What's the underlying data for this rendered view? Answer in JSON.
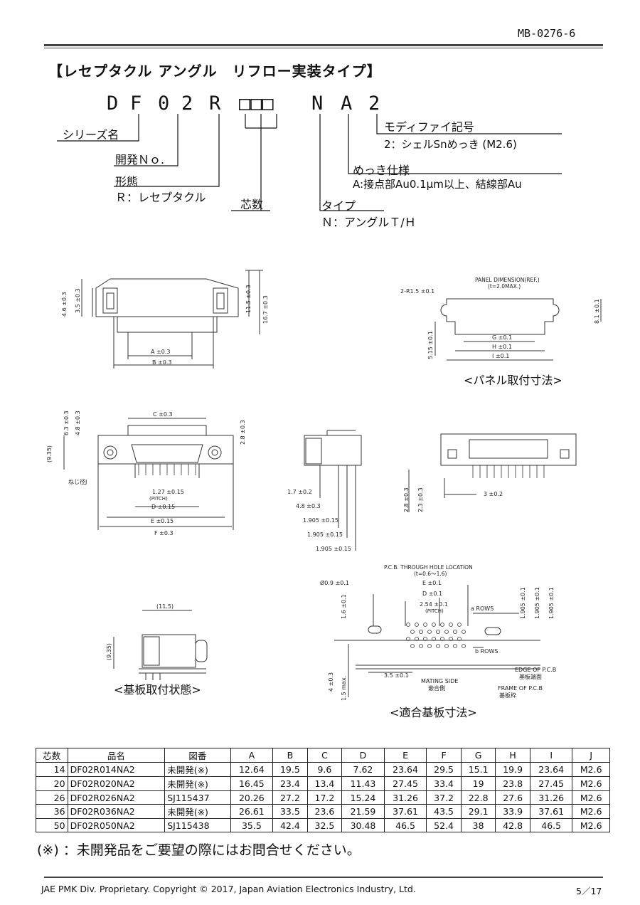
{
  "doc_number": "MB-0276-6",
  "title": "【レセプタクル アングル　リフロー実装タイプ】",
  "part_code": {
    "chars": [
      "D",
      "F",
      "0",
      "2",
      "R",
      "□□□",
      "N",
      "A",
      "2"
    ],
    "series_label": "シリーズ名",
    "dev_label": "開発Ｎｏ.",
    "form_label": "形態",
    "form_value": "Ｒ：レセプタクル",
    "cores_label": "芯数",
    "type_label": "タイプ",
    "type_value": "Ｎ：アングルＴ/Ｈ",
    "plating_label": "めっき仕様",
    "plating_value": "A:接点部Au0.1μm以上、結線部Au",
    "modify_label": "モディファイ記号",
    "modify_value": "2：シェルSnめっき (M2.6)"
  },
  "drawings": {
    "side_46": "4.6 ±0.3",
    "side_35": "3.5 ±0.3",
    "side_115": "11.5 ±0.3",
    "side_167": "16.7 ±0.3",
    "dim_a": "A ±0.3",
    "dim_b": "B ±0.3",
    "panel_title": "PANEL DIMENSION(REF.)",
    "panel_sub": "(t=2.0MAX.)",
    "panel_r": "2-R1.5 ±0.1",
    "panel_81": "8.1 ±0.1",
    "panel_515": "5.15 ±0.1",
    "panel_g": "G ±0.1",
    "panel_h": "H ±0.1",
    "panel_i": "I ±0.1",
    "panel_caption": "<パネル取付寸法>",
    "front_c": "C ±0.3",
    "front_63": "6.3 ±0.3",
    "front_48": "4.8 ±0.3",
    "front_28": "2.8 ±0.3",
    "front_935": "(9.35)",
    "front_screw": "ねじ径J",
    "front_pitch": "1.27 ±0.15",
    "front_pitch_lbl": "(PITCH)",
    "front_d": "D ±0.15",
    "front_e": "E ±0.15",
    "front_f": "F ±0.3",
    "mid_17": "1.7 ±0.2",
    "mid_48": "4.8 ±0.3",
    "mid_1905a": "1.905 ±0.15",
    "mid_1905b": "1.905 ±0.15",
    "mid_1905c": "1.905 ±0.15",
    "right_28": "2.8 ±0.3",
    "right_23": "2.3 ±0.3",
    "right_3": "3 ±0.2",
    "mount_115": "(11.5)",
    "mount_935": "(9.35)",
    "mount_caption": "<基板取付状態>",
    "pcb_title": "P.C.B. THROUGH HOLE LOCATION",
    "pcb_sub": "(t=0.6〜1.6)",
    "pcb_hole": "Ø0.9 ±0.1",
    "pcb_e": "E ±0.1",
    "pcb_d": "D ±0.1",
    "pcb_pitch": "2.54 ±0.1",
    "pcb_pitch_lbl": "(PITCH)",
    "pcb_arows": "a ROWS",
    "pcb_brows": "b ROWS",
    "pcb_16": "1.6 ±0.1",
    "pcb_1905a": "1.905 ±0.1",
    "pcb_1905b": "1.905 ±0.1",
    "pcb_1905c": "1.905 ±0.1",
    "pcb_35": "3.5 ±0.1",
    "pcb_4": "4 ±0.3",
    "pcb_15": "1.5 max.",
    "pcb_mating": "MATING SIDE",
    "pcb_mating_jp": "嵌合側",
    "pcb_edge": "EDGE OF P.C.B",
    "pcb_edge_jp": "基板端面",
    "pcb_frame": "FRAME OF P.C.B",
    "pcb_frame_jp": "基板枠",
    "pcb_caption": "<適合基板寸法>"
  },
  "table": {
    "headers": [
      "芯数",
      "品名",
      "図番",
      "A",
      "B",
      "C",
      "D",
      "E",
      "F",
      "G",
      "H",
      "I",
      "J"
    ],
    "rows": [
      [
        "14",
        "DF02R014NA2",
        "未開発(※)",
        "12.64",
        "19.5",
        "9.6",
        "7.62",
        "23.64",
        "29.5",
        "15.1",
        "19.9",
        "23.64",
        "M2.6"
      ],
      [
        "20",
        "DF02R020NA2",
        "未開発(※)",
        "16.45",
        "23.4",
        "13.4",
        "11.43",
        "27.45",
        "33.4",
        "19",
        "23.8",
        "27.45",
        "M2.6"
      ],
      [
        "26",
        "DF02R026NA2",
        "SJ115437",
        "20.26",
        "27.2",
        "17.2",
        "15.24",
        "31.26",
        "37.2",
        "22.8",
        "27.6",
        "31.26",
        "M2.6"
      ],
      [
        "36",
        "DF02R036NA2",
        "未開発(※)",
        "26.61",
        "33.5",
        "23.6",
        "21.59",
        "37.61",
        "43.5",
        "29.1",
        "33.9",
        "37.61",
        "M2.6"
      ],
      [
        "50",
        "DF02R050NA2",
        "SJ115438",
        "35.5",
        "42.4",
        "32.5",
        "30.48",
        "46.5",
        "52.4",
        "38",
        "42.8",
        "46.5",
        "M2.6"
      ]
    ]
  },
  "note": "(※) ：未開発品をご要望の際にはお問合せください。",
  "footer": "JAE PMK Div. Proprietary. Copyright ©  2017, Japan Aviation Electronics Industry, Ltd.",
  "page": "5／17"
}
